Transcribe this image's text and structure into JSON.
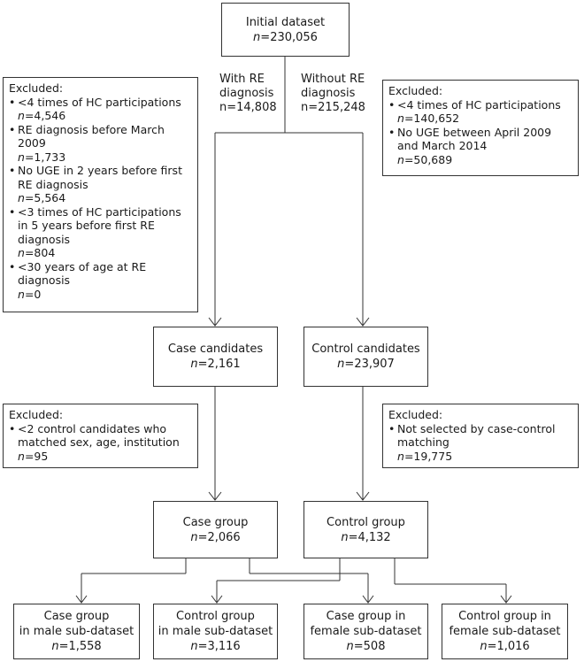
{
  "initial": {
    "title": "Initial dataset",
    "n": "=230,056"
  },
  "branch_left": {
    "line1": "With RE",
    "line2": "diagnosis",
    "line3": "n=14,808"
  },
  "branch_right": {
    "line1": "Without RE",
    "line2": "diagnosis",
    "line3": "n=215,248"
  },
  "excluded_left": {
    "heading": "Excluded:",
    "items": [
      {
        "text": "<4 times of HC participations",
        "n": "=4,546"
      },
      {
        "text": "RE diagnosis before March 2009",
        "n": "=1,733"
      },
      {
        "text": "No UGE in 2 years before first RE diagnosis",
        "n": "=5,564"
      },
      {
        "text": "<3 times of HC participations in 5 years before first RE diagnosis",
        "n": "=804"
      },
      {
        "text": "<30 years of age at RE diagnosis",
        "n": "=0"
      }
    ]
  },
  "excluded_right": {
    "heading": "Excluded:",
    "items": [
      {
        "text": "<4 times of HC participations",
        "n": "=140,652"
      },
      {
        "text": "No UGE between April 2009 and March 2014",
        "n": "=50,689"
      }
    ]
  },
  "case_candidates": {
    "title": "Case candidates",
    "n": "=2,161"
  },
  "control_candidates": {
    "title": "Control candidates",
    "n": "=23,907"
  },
  "excluded_case": {
    "heading": "Excluded:",
    "text": "<2 control candidates who matched sex, age, institution",
    "n": "=95"
  },
  "excluded_control": {
    "heading": "Excluded:",
    "text": "Not selected by case-control matching",
    "n": "=19,775"
  },
  "case_group": {
    "title": "Case group",
    "n": "=2,066"
  },
  "control_group": {
    "title": "Control group",
    "n": "=4,132"
  },
  "sub": [
    {
      "line1": "Case group",
      "line2": "in male sub-dataset",
      "n": "=1,558"
    },
    {
      "line1": "Control group",
      "line2": "in male sub-dataset",
      "n": "=3,116"
    },
    {
      "line1": "Case group in",
      "line2": "female sub-dataset",
      "n": "=508"
    },
    {
      "line1": "Control group in",
      "line2": "female sub-dataset",
      "n": "=1,016"
    }
  ]
}
